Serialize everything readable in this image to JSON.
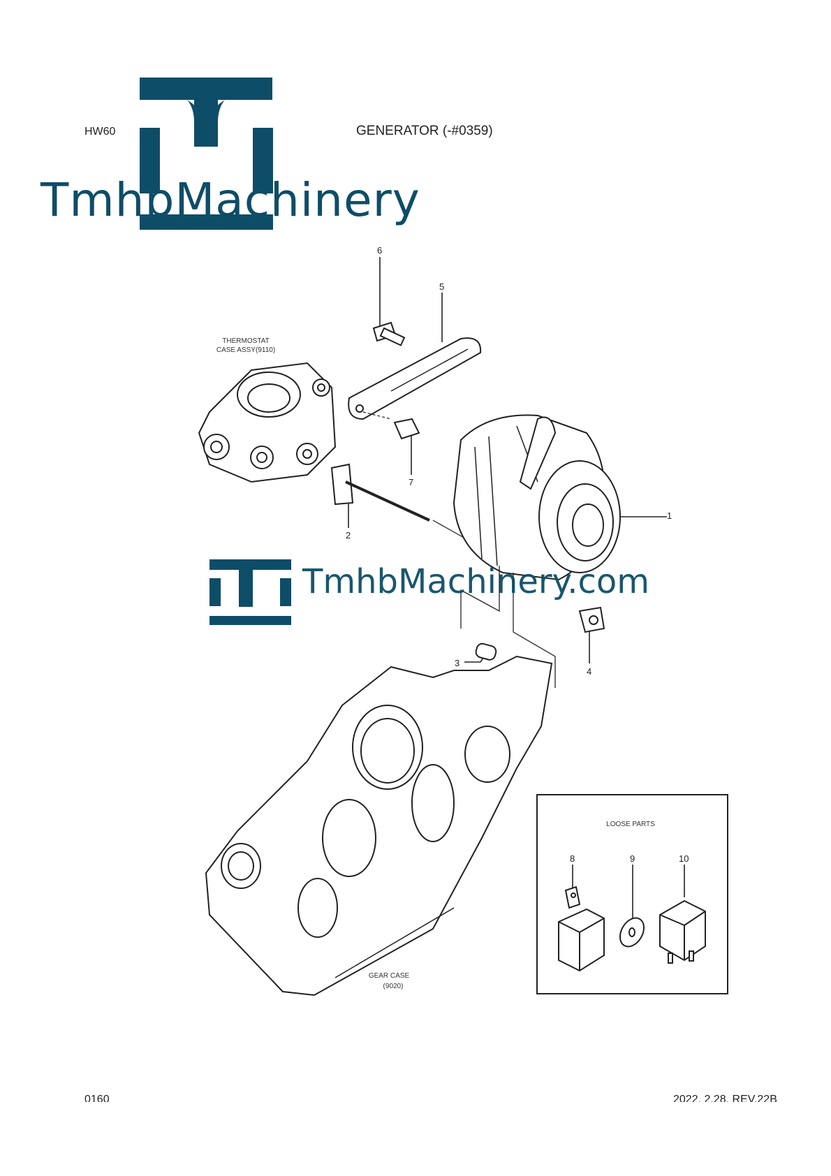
{
  "header": {
    "model": "HW60",
    "title": "GENERATOR (-#0359)"
  },
  "brand": {
    "name": "TmhbMachinery",
    "watermark": "TmhbMachinery.com",
    "color": "#0e4d67"
  },
  "diagram": {
    "labels": {
      "thermostat_line1": "THERMOSTAT",
      "thermostat_line2": "CASE ASSY(9110)",
      "gear_case_line1": "GEAR CASE",
      "gear_case_line2": "(9020)",
      "loose_parts": "LOOSE PARTS"
    },
    "callouts": [
      "1",
      "2",
      "3",
      "4",
      "5",
      "6",
      "7",
      "8",
      "9",
      "10"
    ]
  },
  "footer": {
    "page": "0160",
    "revision": "2022. 2.28. REV.22B"
  }
}
